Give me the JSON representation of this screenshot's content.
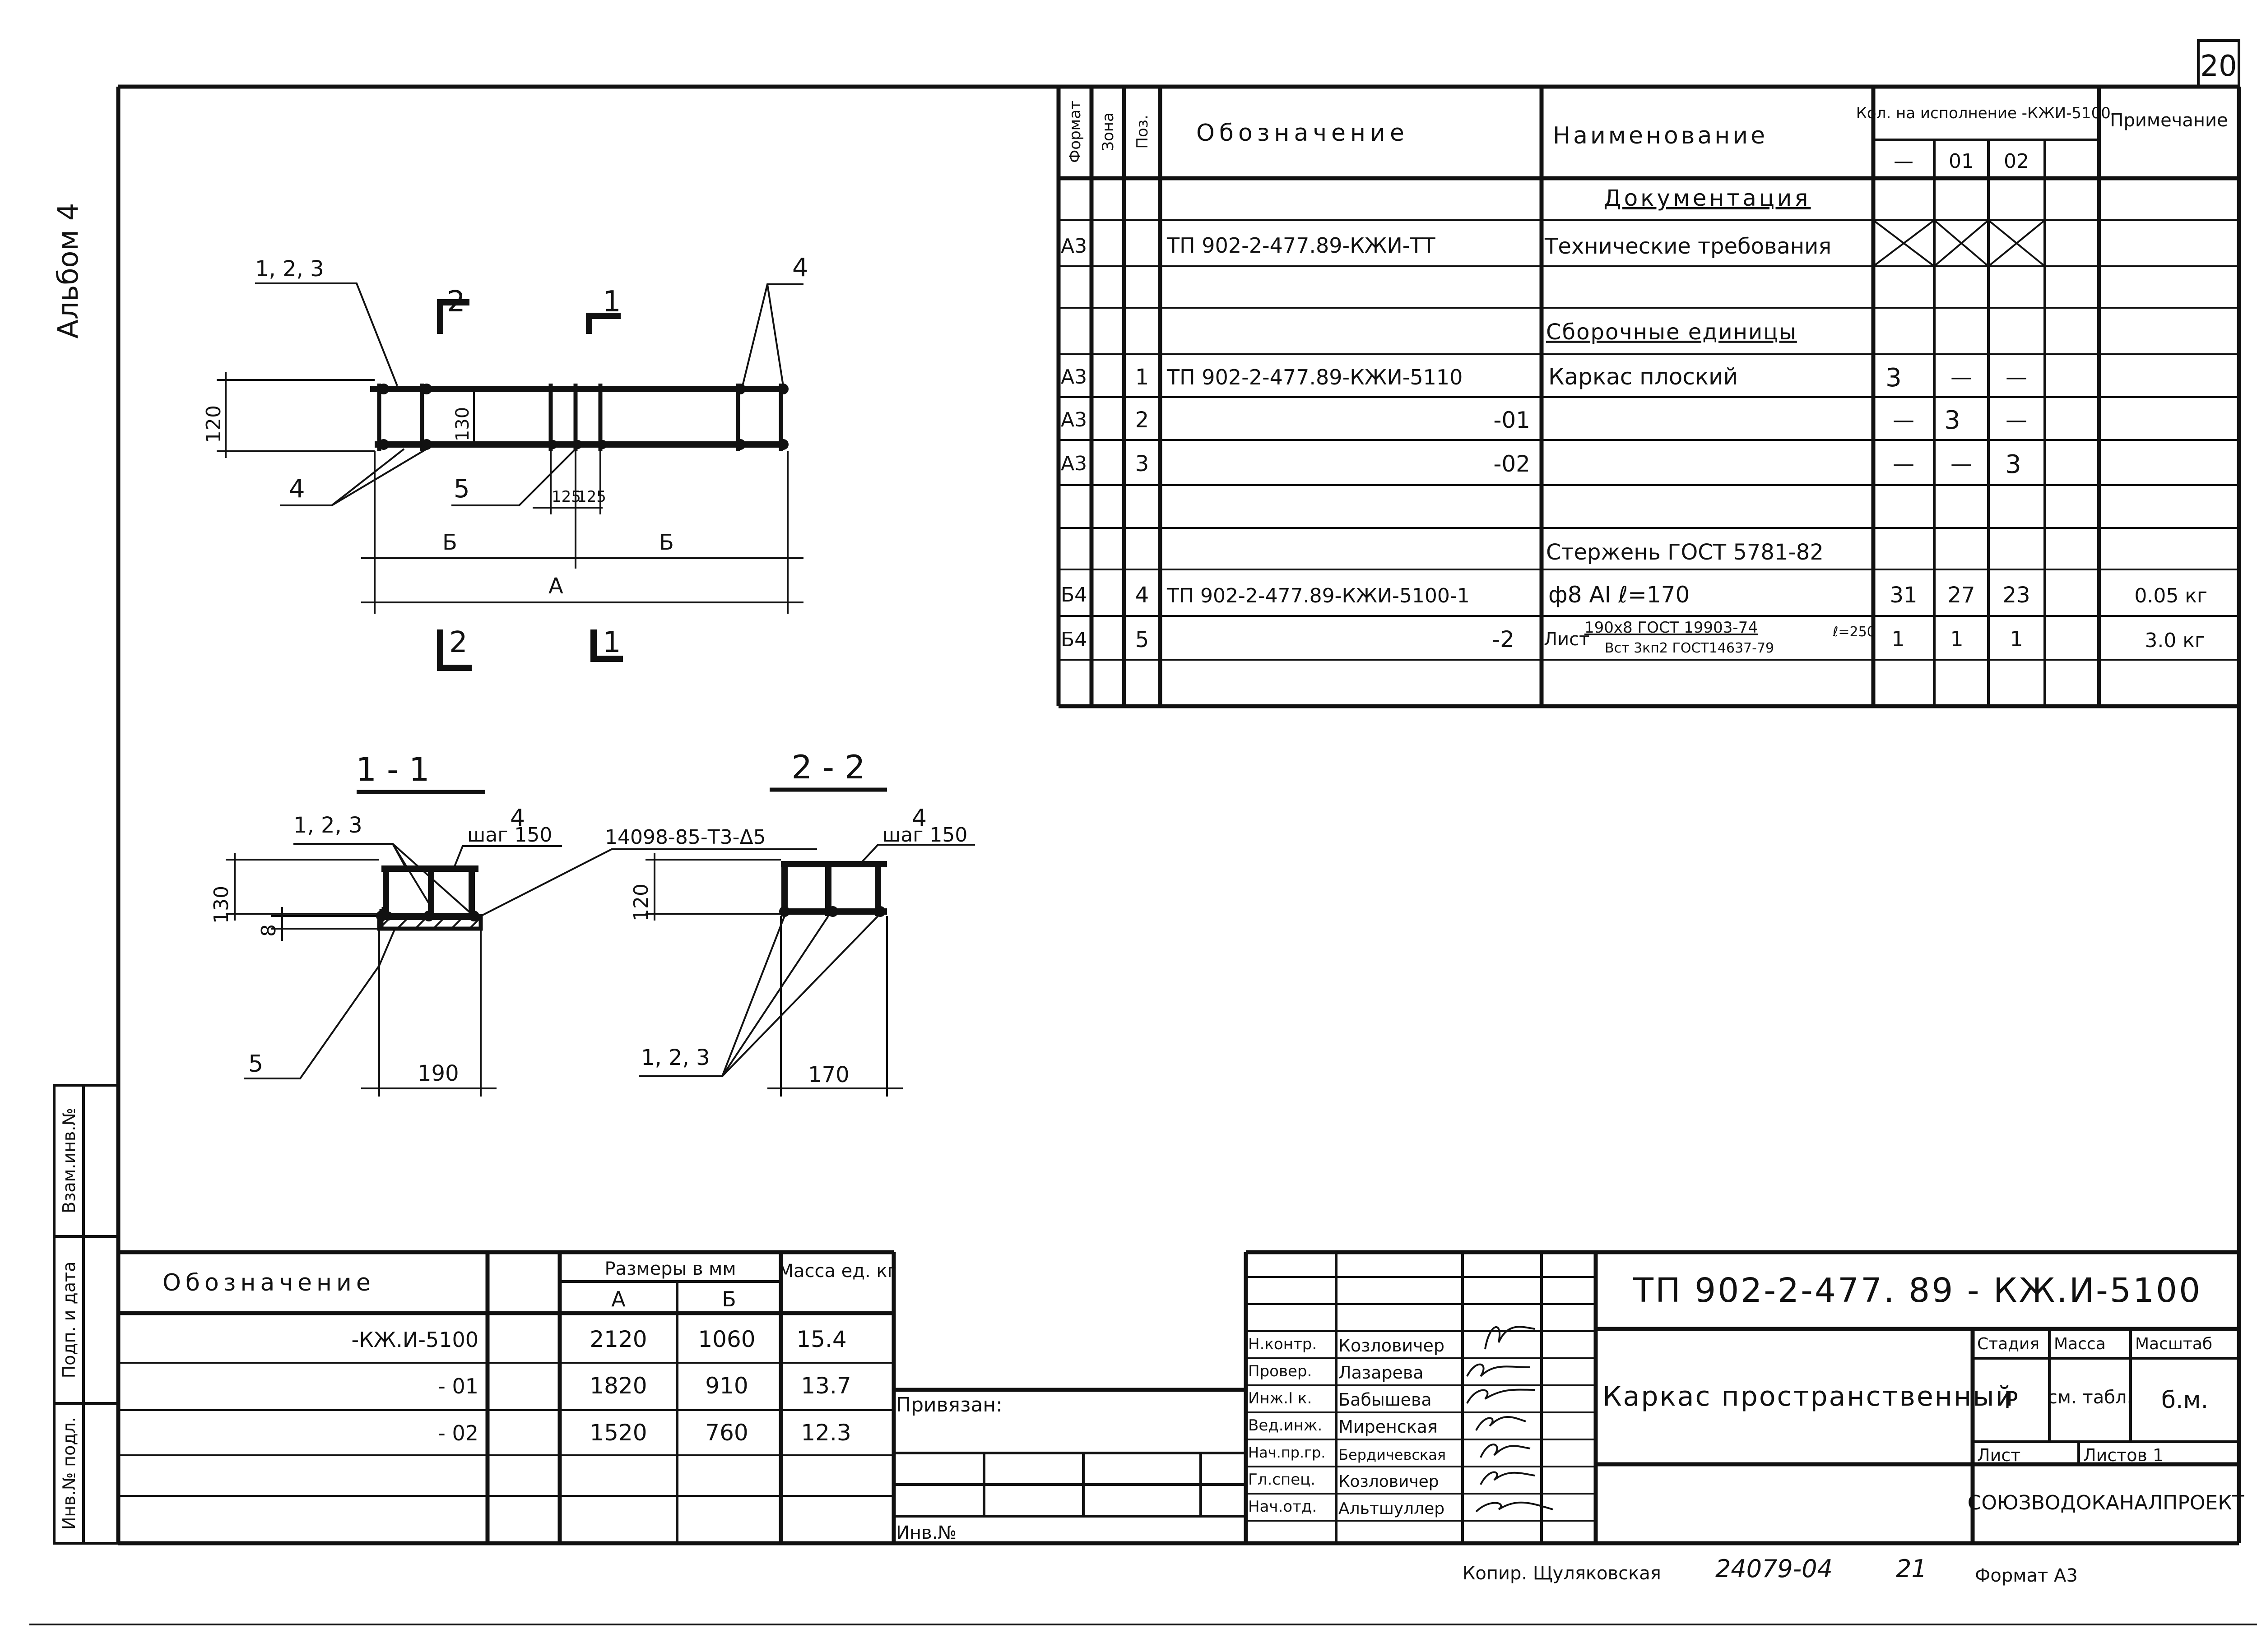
{
  "sheet": {
    "page_number": "20",
    "album_label": "Альбом 4",
    "side_stamp": {
      "vzam_inv": "Взам.инв.№",
      "podp_data": "Подп. и дата",
      "inv_podl": "Инв.№ подл."
    }
  },
  "spec_table": {
    "headers": {
      "format": "Формат",
      "zone": "Зона",
      "pos": "Поз.",
      "designation": "Обозначение",
      "name": "Наименование",
      "qty_group": "Кол. на исполнение -КЖИ-5100-",
      "qty_col_base": "—",
      "qty_col_01": "01",
      "qty_col_02": "02",
      "note": "Примечание"
    },
    "rows": [
      {
        "format": "",
        "pos": "",
        "designation": "",
        "name": "Документация",
        "q1": "",
        "q2": "",
        "q3": "",
        "note": ""
      },
      {
        "format": "А3",
        "pos": "",
        "designation": "ТП 902-2-477.89-КЖИ-ТТ",
        "name": "Технические требования",
        "q1": "",
        "q2": "",
        "q3": "",
        "note": ""
      },
      {
        "format": "",
        "pos": "",
        "designation": "",
        "name": "",
        "q1": "",
        "q2": "",
        "q3": "",
        "note": ""
      },
      {
        "format": "",
        "pos": "",
        "designation": "",
        "name": "Сборочные единицы",
        "q1": "",
        "q2": "",
        "q3": "",
        "note": ""
      },
      {
        "format": "А3",
        "pos": "1",
        "designation": "ТП 902-2-477.89-КЖИ-5110",
        "name": "Каркас плоский",
        "q1": "3",
        "q2": "—",
        "q3": "—",
        "note": ""
      },
      {
        "format": "А3",
        "pos": "2",
        "designation": "-01",
        "name": "",
        "q1": "—",
        "q2": "3",
        "q3": "—",
        "note": ""
      },
      {
        "format": "А3",
        "pos": "3",
        "designation": "-02",
        "name": "",
        "q1": "—",
        "q2": "—",
        "q3": "3",
        "note": ""
      },
      {
        "format": "",
        "pos": "",
        "designation": "",
        "name": "",
        "q1": "",
        "q2": "",
        "q3": "",
        "note": ""
      },
      {
        "format": "",
        "pos": "",
        "designation": "",
        "name": "Стержень ГОСТ 5781-82",
        "q1": "",
        "q2": "",
        "q3": "",
        "note": ""
      },
      {
        "format": "Б4",
        "pos": "4",
        "designation": "ТП 902-2-477.89-КЖИ-5100-1",
        "name": "ф8 АI  ℓ=170",
        "q1": "31",
        "q2": "27",
        "q3": "23",
        "note": "0.05 кг"
      },
      {
        "format": "Б4",
        "pos": "5",
        "designation": "-2",
        "name": "",
        "q1": "1",
        "q2": "1",
        "q3": "1",
        "note": "3.0 кг"
      },
      {
        "format": "",
        "pos": "",
        "designation": "",
        "name": "",
        "q1": "",
        "q2": "",
        "q3": "",
        "note": ""
      }
    ],
    "sheet_item": {
      "prefix": "Лист",
      "numerator": "190х8 ГОСТ 19903-74",
      "length": "ℓ=250",
      "denominator": "Вст 3кп2 ГОСТ14637-79"
    }
  },
  "drawing": {
    "plan_labels": {
      "callout_123": "1, 2, 3",
      "callout_4_top": "4",
      "callout_4_bottom": "4",
      "callout_5": "5",
      "section2_top": "2",
      "section1_top": "1",
      "section2_bottom": "2",
      "section1_bottom": "1",
      "dim_120": "120",
      "dim_130": "130",
      "dim_125a": "125",
      "dim_125b": "125",
      "dim_b1": "Б",
      "dim_b2": "Б",
      "dim_a": "А"
    },
    "section_1_1": {
      "title": "1 - 1",
      "callout_123": "1, 2, 3",
      "callout_4": "4",
      "step": "шаг 150",
      "weld": "14098-85-Т3-Δ5",
      "dim_130": "130",
      "dim_8": "8",
      "dim_190": "190",
      "callout_5": "5"
    },
    "section_2_2": {
      "title": "2 - 2",
      "callout_4": "4",
      "step": "шаг 150",
      "dim_120": "120",
      "dim_170": "170",
      "callout_123": "1, 2, 3"
    }
  },
  "size_table": {
    "col_designation": "Обозначение",
    "col_sizes": "Размеры в мм",
    "col_a": "А",
    "col_b": "Б",
    "col_mass": "Масса ед. кг",
    "rows": [
      {
        "designation": "-КЖ.И-5100",
        "a": "2120",
        "b": "1060",
        "mass": "15.4"
      },
      {
        "designation": "- 01",
        "a": "1820",
        "b": "910",
        "mass": "13.7"
      },
      {
        "designation": "- 02",
        "a": "1520",
        "b": "760",
        "mass": "12.3"
      }
    ]
  },
  "binding": {
    "privyazan": "Привязан:",
    "inv_no": "Инв.№"
  },
  "title_block": {
    "code": "ТП 902-2-477. 89 - КЖ.И-5100",
    "title": "Каркас пространственный",
    "stage_label": "Стадия",
    "mass_label": "Масса",
    "scale_label": "Масштаб",
    "stage": "Р",
    "mass": "см. табл.",
    "scale": "б.м.",
    "sheet_label": "Лист",
    "sheets_label": "Листов 1",
    "org": "СОЮЗВОДОКАНАЛПРОЕКТ",
    "signatures": [
      {
        "role": "Н.контр.",
        "name": "Козловичер"
      },
      {
        "role": "Провер.",
        "name": "Лазарева"
      },
      {
        "role": "Инж.I к.",
        "name": "Бабышева"
      },
      {
        "role": "Вед.инж.",
        "name": "Миренская"
      },
      {
        "role": "Нач.пр.гр.",
        "name": "Бердичевская"
      },
      {
        "role": "Гл.спец.",
        "name": "Козловичер"
      },
      {
        "role": "Нач.отд.",
        "name": "Альтшуллер"
      }
    ]
  },
  "footer": {
    "copied": "Копир. Щуляковская",
    "number": "24079-04",
    "number2": "21",
    "format": "Формат А3"
  }
}
